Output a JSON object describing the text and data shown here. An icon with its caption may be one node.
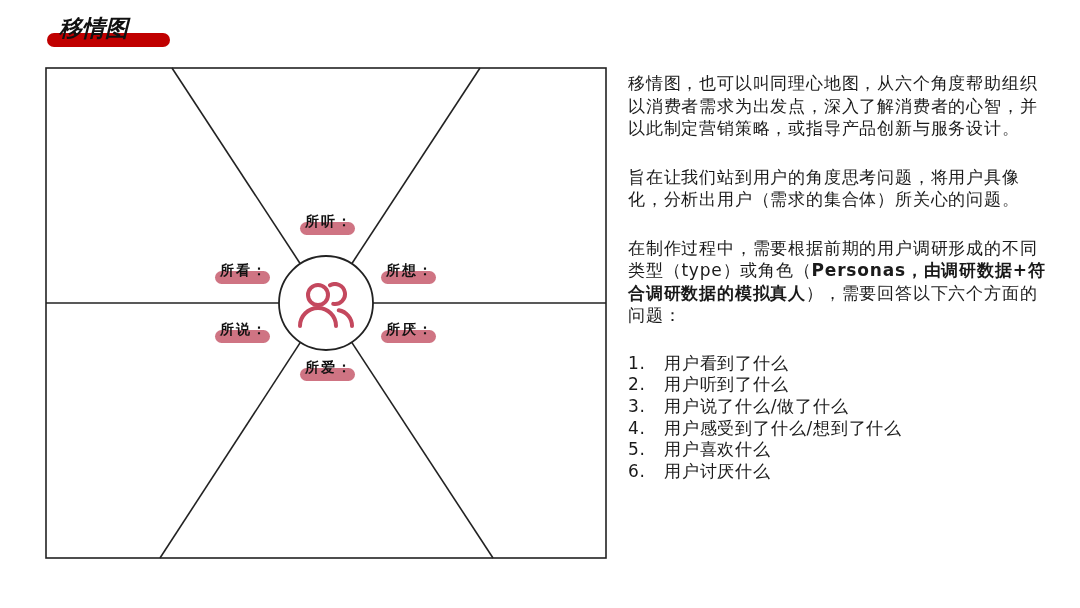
{
  "diagram": {
    "title": "移情图",
    "nodes": [
      {
        "text": [
          "所听："
        ]
      },
      {
        "text": [
          "所看："
        ]
      },
      {
        "text": [
          "所想："
        ]
      },
      {
        "text": [
          "所说："
        ]
      },
      {
        "text": [
          "所厌："
        ]
      },
      {
        "text": [
          "所爱："
        ]
      }
    ],
    "labels": [
      "移情图，也可以叫同理心地图，从六个角度帮助组织以消费者需求为出发点，深入了解消费者的心智，并以此制定营销策略，或指导产品创新与服务设计。",
      "旨在让我们站到用户的角度思考问题，将用户具像化，分析出用户（需求的集合体）所关心的问题。",
      "在制作过程中，需要根据前期的用户调研形成的不同类型（type）或角色（**Personas，由调研数据+符合调研数据的模拟真人**），需要回答以下六个方面的问题：",
      "1. 用户看到了什么",
      "2. 用户听到了什么",
      "3. 用户说了什么/做了什么",
      "4. 用户感受到了什么/想到了什么",
      "5. 用户喜欢什么",
      "6. 用户讨厌什么"
    ]
  }
}
